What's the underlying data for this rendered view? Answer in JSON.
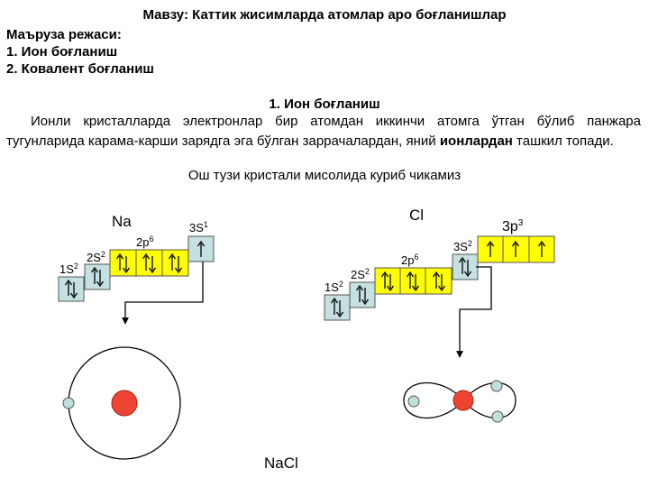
{
  "title": "Мавзу: Каттик жисимларда атомлар аро боғланишлар",
  "agenda": {
    "heading": "Маъруза режаси:",
    "items": [
      "1. Ион боғланиш",
      "2. Ковалент боғланиш"
    ]
  },
  "section_title": "1. Ион боғланиш",
  "paragraph": {
    "before": "Ионли кристалларда электронлар бир атомдан иккинчи атомга ўтган бўлиб панжара тугунларида карама-карши зарядга эга бўлган заррачалардан, яний ",
    "bold": "ионлардан",
    "after": " ташкил топади."
  },
  "caption": "Ош тузи кристали мисолида куриб чикамиз",
  "na": {
    "symbol": "Na",
    "orbitals": [
      {
        "base": "1S",
        "sup": "2"
      },
      {
        "base": "2S",
        "sup": "2"
      },
      {
        "base": "2p",
        "sup": "6"
      },
      {
        "base": "3S",
        "sup": "1"
      }
    ]
  },
  "cl": {
    "symbol": "Cl",
    "orbitals": [
      {
        "base": "1S",
        "sup": "2"
      },
      {
        "base": "2S",
        "sup": "2"
      },
      {
        "base": "2p",
        "sup": "6"
      },
      {
        "base": "3S",
        "sup": "2"
      },
      {
        "base": "3p",
        "sup": "3"
      }
    ]
  },
  "product": "NaCl",
  "colors": {
    "s_cell": "#c5e0e0",
    "p_cell": "#ffff00",
    "nucleus": "#ee4433",
    "electron": "#bfe0dc"
  }
}
